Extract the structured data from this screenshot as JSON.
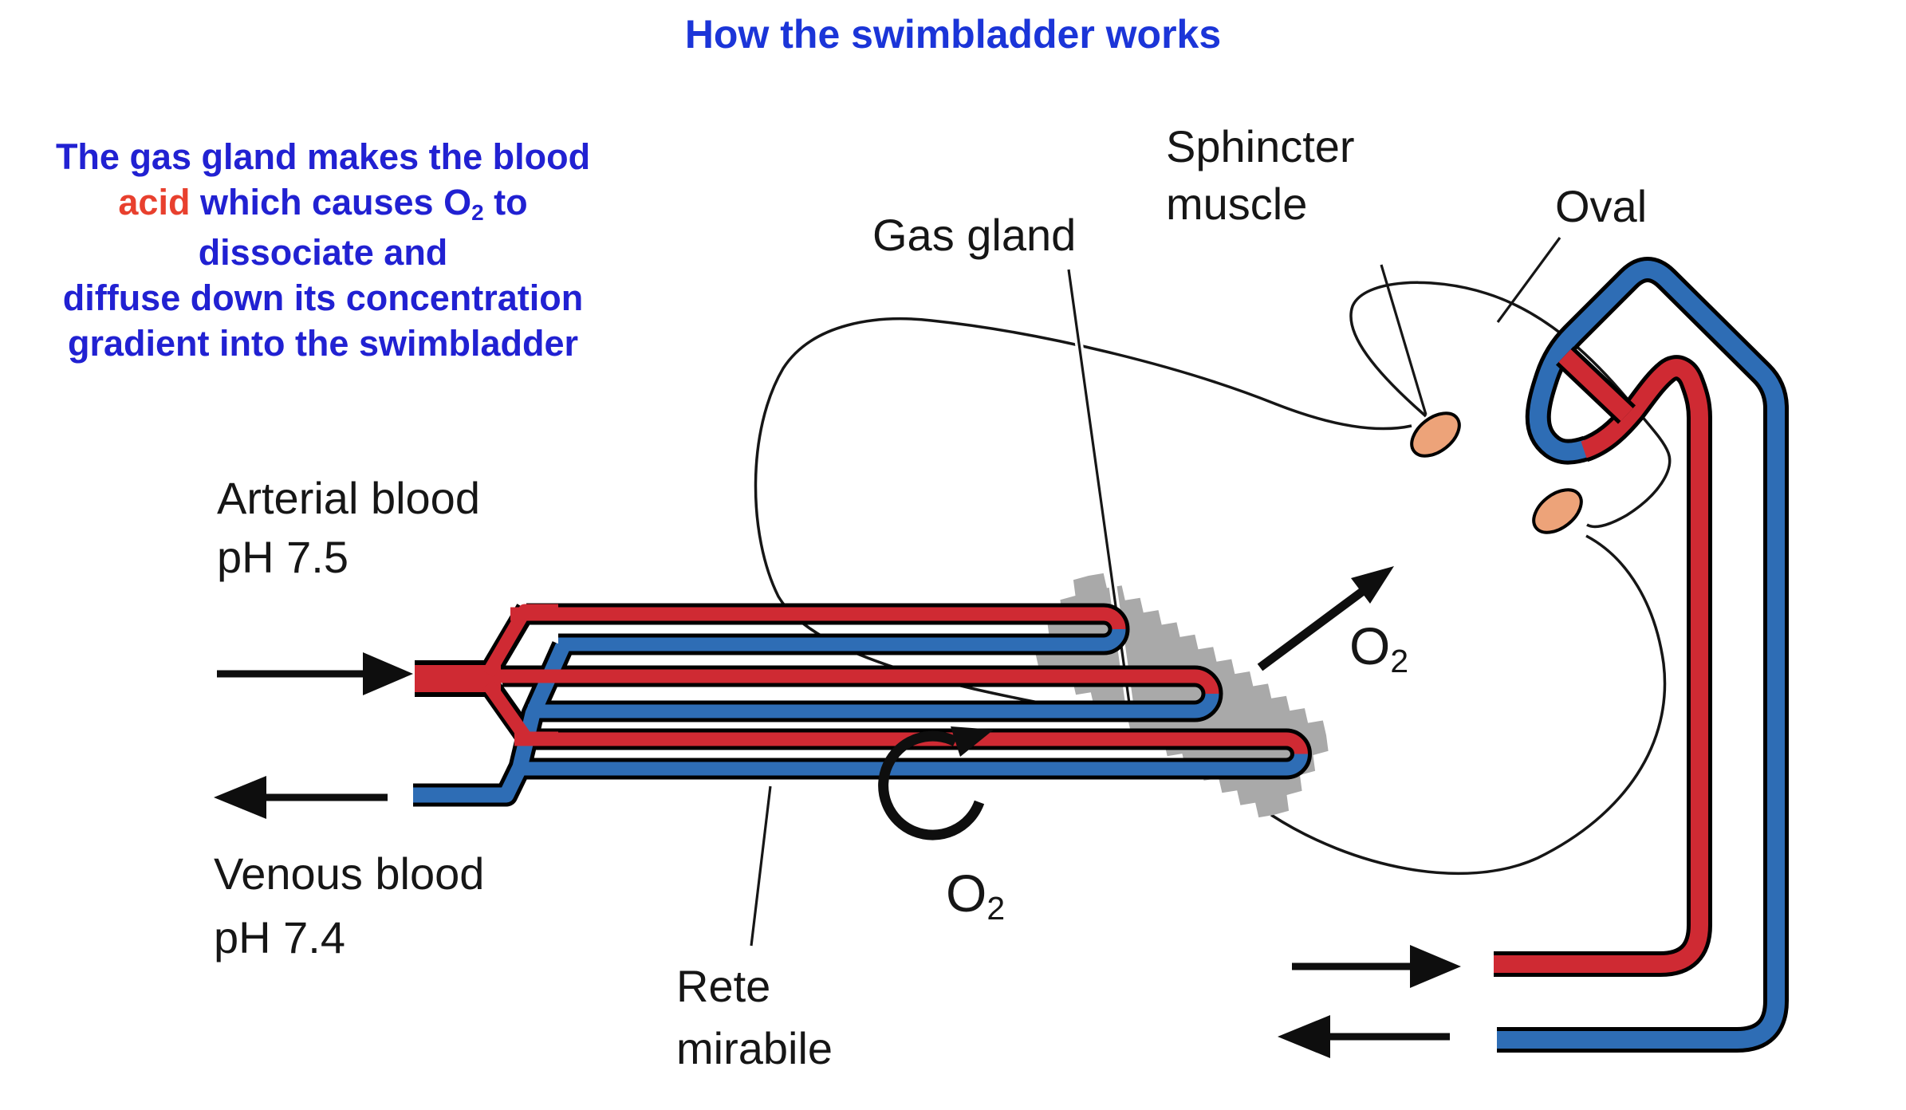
{
  "title": "How the swimbladder works",
  "intro": {
    "lines": [
      [
        {
          "t": "The gas gland makes the blood"
        }
      ],
      [
        {
          "t": "acid",
          "red": true
        },
        {
          "t": " which causes O"
        },
        {
          "t": "2",
          "sub": true
        },
        {
          "t": " to"
        }
      ],
      [
        {
          "t": "dissociate and"
        }
      ],
      [
        {
          "t": "diffuse down its concentration"
        }
      ],
      [
        {
          "t": "gradient into the swimbladder"
        }
      ]
    ]
  },
  "labels": {
    "gas_gland": "Gas gland",
    "sphincter_line1": "Sphincter",
    "sphincter_line2": "muscle",
    "oval": "Oval",
    "arterial_line1": "Arterial blood",
    "arterial_line2": "pH 7.5",
    "venous_line1": "Venous blood",
    "venous_line2": "pH 7.4",
    "rete_line1": "Rete",
    "rete_line2": "mirabile",
    "o2_gland": {
      "main": "O",
      "sub": "2"
    },
    "o2_rete": {
      "main": "O",
      "sub": "2"
    }
  },
  "colors": {
    "title-blue": "#1b35d8",
    "intro-blue": "#2121d2",
    "accent-red": "#e8402e",
    "artery": "#cf2a33",
    "vein": "#2e6db5",
    "gland-gray": "#a9a9a9",
    "oval-orange": "#eda379"
  }
}
